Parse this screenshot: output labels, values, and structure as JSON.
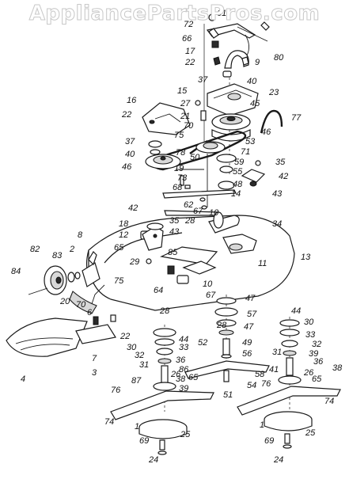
{
  "watermark": "AppliancePartsPros.com",
  "callouts": [
    {
      "id": "c72",
      "text": "72"
    },
    {
      "id": "c61",
      "text": "61"
    },
    {
      "id": "c66",
      "text": "66"
    },
    {
      "id": "c17",
      "text": "17"
    },
    {
      "id": "c22a",
      "text": "22"
    },
    {
      "id": "c9",
      "text": "9"
    },
    {
      "id": "c80",
      "text": "80"
    },
    {
      "id": "c37a",
      "text": "37"
    },
    {
      "id": "c40a",
      "text": "40"
    },
    {
      "id": "c15",
      "text": "15"
    },
    {
      "id": "c23",
      "text": "23"
    },
    {
      "id": "c16",
      "text": "16"
    },
    {
      "id": "c27",
      "text": "27"
    },
    {
      "id": "c21",
      "text": "21"
    },
    {
      "id": "c45",
      "text": "45"
    },
    {
      "id": "c22b",
      "text": "22"
    },
    {
      "id": "c70a",
      "text": "70"
    },
    {
      "id": "c77",
      "text": "77"
    },
    {
      "id": "c75",
      "text": "75"
    },
    {
      "id": "c46a",
      "text": "46"
    },
    {
      "id": "c37b",
      "text": "37"
    },
    {
      "id": "c53",
      "text": "53"
    },
    {
      "id": "c71",
      "text": "71"
    },
    {
      "id": "c40b",
      "text": "40"
    },
    {
      "id": "c78",
      "text": "78"
    },
    {
      "id": "c59",
      "text": "59"
    },
    {
      "id": "c46b",
      "text": "46"
    },
    {
      "id": "c50",
      "text": "50"
    },
    {
      "id": "c35a",
      "text": "35"
    },
    {
      "id": "c19",
      "text": "19"
    },
    {
      "id": "c55",
      "text": "55"
    },
    {
      "id": "c42a",
      "text": "42"
    },
    {
      "id": "c73",
      "text": "73"
    },
    {
      "id": "c43a",
      "text": "43"
    },
    {
      "id": "c68",
      "text": "68"
    },
    {
      "id": "c48",
      "text": "48"
    },
    {
      "id": "c14",
      "text": "14"
    },
    {
      "id": "c62",
      "text": "62"
    },
    {
      "id": "c67a",
      "text": "67"
    },
    {
      "id": "c42b",
      "text": "42"
    },
    {
      "id": "c10a",
      "text": "10"
    },
    {
      "id": "c28a",
      "text": "28"
    },
    {
      "id": "c35b",
      "text": "35"
    },
    {
      "id": "c18",
      "text": "18"
    },
    {
      "id": "c43b",
      "text": "43"
    },
    {
      "id": "c34",
      "text": "34"
    },
    {
      "id": "c12",
      "text": "12"
    },
    {
      "id": "c8",
      "text": "8"
    },
    {
      "id": "c65a",
      "text": "65"
    },
    {
      "id": "c85",
      "text": "85"
    },
    {
      "id": "c11",
      "text": "11"
    },
    {
      "id": "c13",
      "text": "13"
    },
    {
      "id": "c29",
      "text": "29"
    },
    {
      "id": "c82",
      "text": "82"
    },
    {
      "id": "c83",
      "text": "83"
    },
    {
      "id": "c2",
      "text": "2"
    },
    {
      "id": "c84",
      "text": "84"
    },
    {
      "id": "c75b",
      "text": "75"
    },
    {
      "id": "c10b",
      "text": "10"
    },
    {
      "id": "c64",
      "text": "64"
    },
    {
      "id": "c20",
      "text": "20"
    },
    {
      "id": "c70b",
      "text": "70"
    },
    {
      "id": "c28b",
      "text": "28"
    },
    {
      "id": "c67b",
      "text": "67"
    },
    {
      "id": "c47a",
      "text": "47"
    },
    {
      "id": "c57",
      "text": "57"
    },
    {
      "id": "c44a",
      "text": "44"
    },
    {
      "id": "c30a",
      "text": "30"
    },
    {
      "id": "c6",
      "text": "6"
    },
    {
      "id": "c22c",
      "text": "22"
    },
    {
      "id": "c28c",
      "text": "28"
    },
    {
      "id": "c47b",
      "text": "47"
    },
    {
      "id": "c33a",
      "text": "33"
    },
    {
      "id": "c44b",
      "text": "44"
    },
    {
      "id": "c30b",
      "text": "30"
    },
    {
      "id": "c33b",
      "text": "33"
    },
    {
      "id": "c52",
      "text": "52"
    },
    {
      "id": "c49",
      "text": "49"
    },
    {
      "id": "c32a",
      "text": "32"
    },
    {
      "id": "c31a",
      "text": "31"
    },
    {
      "id": "c39a",
      "text": "39"
    },
    {
      "id": "c56",
      "text": "56"
    },
    {
      "id": "c31b",
      "text": "31"
    },
    {
      "id": "c36a",
      "text": "36"
    },
    {
      "id": "c32b",
      "text": "32"
    },
    {
      "id": "c7",
      "text": "7"
    },
    {
      "id": "c3",
      "text": "3"
    },
    {
      "id": "c41",
      "text": "41"
    },
    {
      "id": "c36b",
      "text": "36"
    },
    {
      "id": "c86",
      "text": "86"
    },
    {
      "id": "c38a",
      "text": "38"
    },
    {
      "id": "c38b",
      "text": "38"
    },
    {
      "id": "c87",
      "text": "87"
    },
    {
      "id": "c26a",
      "text": "26"
    },
    {
      "id": "c65b",
      "text": "65"
    },
    {
      "id": "c39b",
      "text": "39"
    },
    {
      "id": "c58",
      "text": "58"
    },
    {
      "id": "c54",
      "text": "54"
    },
    {
      "id": "c26b",
      "text": "26"
    },
    {
      "id": "c4",
      "text": "4"
    },
    {
      "id": "c76a",
      "text": "76"
    },
    {
      "id": "c51",
      "text": "51"
    },
    {
      "id": "c76b",
      "text": "76"
    },
    {
      "id": "c65c",
      "text": "65"
    },
    {
      "id": "c74a",
      "text": "74"
    },
    {
      "id": "c74b",
      "text": "74"
    },
    {
      "id": "c1a",
      "text": "1"
    },
    {
      "id": "c1b",
      "text": "1"
    },
    {
      "id": "c69a",
      "text": "69"
    },
    {
      "id": "c25a",
      "text": "25"
    },
    {
      "id": "c69b",
      "text": "69"
    },
    {
      "id": "c25b",
      "text": "25"
    },
    {
      "id": "c24a",
      "text": "24"
    },
    {
      "id": "c24b",
      "text": "24"
    }
  ]
}
